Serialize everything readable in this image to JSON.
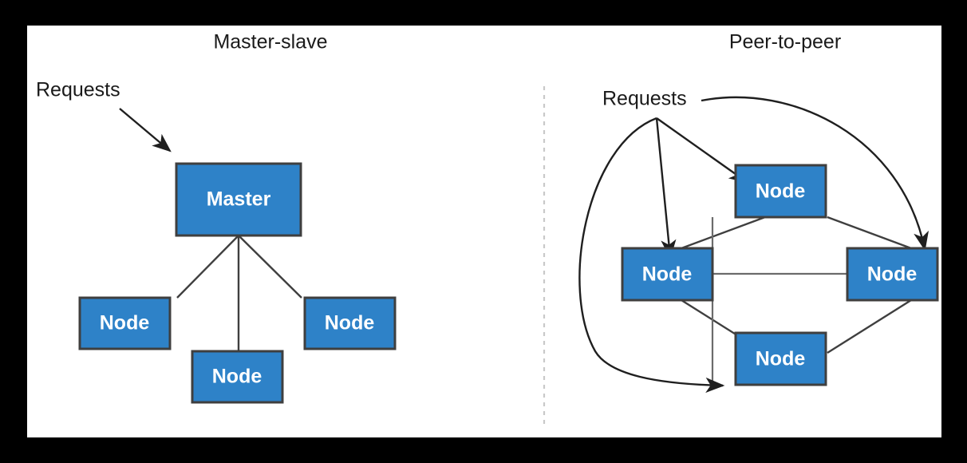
{
  "figure": {
    "background_color": "#000000",
    "canvas_color": "#ffffff",
    "node_fill": "#2e82c8",
    "node_stroke": "#3f3f3f",
    "line_color": "#3f3f3f",
    "divider_color": "#c9c9c9",
    "text_color": "#1a1a1a",
    "node_text_color": "#ffffff"
  },
  "panels": {
    "left": {
      "title": "Master-slave",
      "requests_label": "Requests",
      "root": {
        "label": "Master"
      },
      "children": [
        {
          "label": "Node"
        },
        {
          "label": "Node"
        },
        {
          "label": "Node"
        }
      ]
    },
    "right": {
      "title": "Peer-to-peer",
      "requests_label": "Requests",
      "nodes": [
        {
          "label": "Node",
          "position": "top"
        },
        {
          "label": "Node",
          "position": "left"
        },
        {
          "label": "Node",
          "position": "right"
        },
        {
          "label": "Node",
          "position": "bottom"
        }
      ]
    }
  }
}
